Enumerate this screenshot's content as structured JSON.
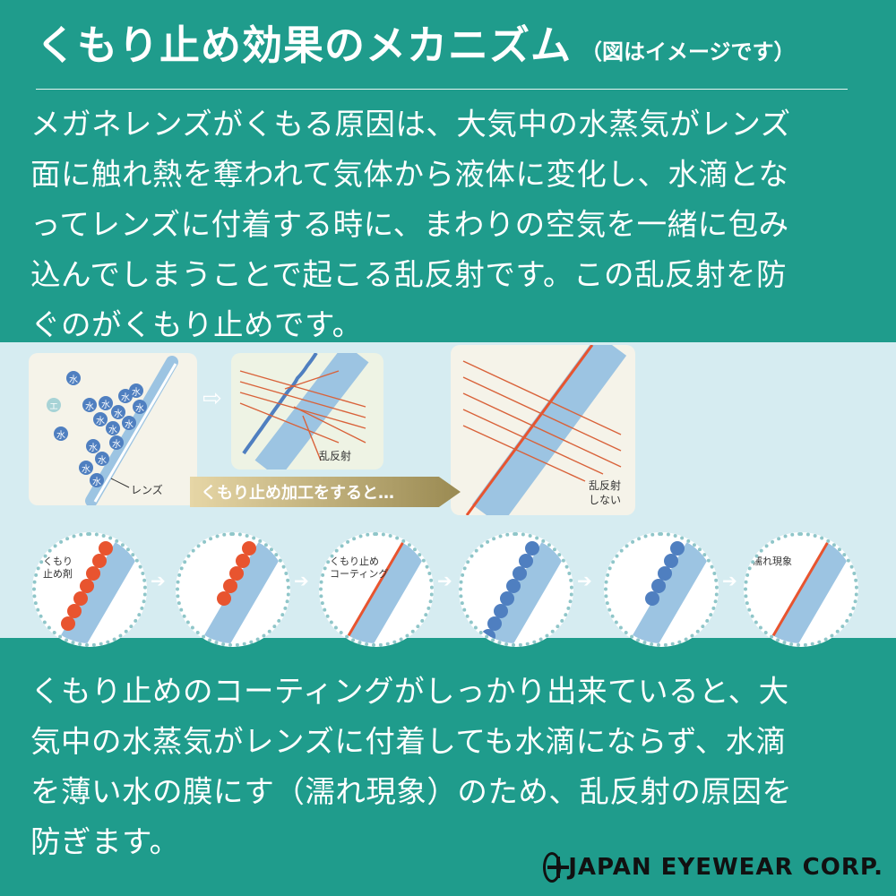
{
  "header": {
    "title": "くもり止め効果のメカニズム",
    "note": "（図はイメージです）"
  },
  "intro_lines": [
    "メガネレンズがくもる原因は、大気中の水蒸気がレンズ",
    "面に触れ熱を奪われて気体から液体に変化し、水滴とな",
    "ってレンズに付着する時に、まわりの空気を一緒に包み",
    "込んでしまうことで起こる乱反射です。この乱反射を防",
    "ぐのがくもり止めです。"
  ],
  "diagram": {
    "lens_label": "レンズ",
    "water_glyph": "水",
    "air_glyph": "エ",
    "scatter_label": "乱反射",
    "no_scatter_label": [
      "乱反射",
      "しない"
    ],
    "banner": "くもり止め加工をすると…",
    "steps": [
      {
        "label": [
          "くもり",
          "止め剤"
        ]
      },
      {
        "label": []
      },
      {
        "label": [
          "くもり止め",
          "コーティング"
        ]
      },
      {
        "label": []
      },
      {
        "label": []
      },
      {
        "label": [
          "濡れ現象"
        ]
      }
    ],
    "colors": {
      "lens": "#9cc4e2",
      "agent": "#e8542f",
      "water": "#4f7fc0"
    }
  },
  "outro_lines": [
    "くもり止めのコーティングがしっかり出来ていると、大",
    "気中の水蒸気がレンズに付着しても水滴にならず、水滴",
    "を薄い水の膜にす（濡れ現象）のため、乱反射の原因を",
    "防ぎます。"
  ],
  "footer": {
    "logo_text": "JAPAN EYEWEAR CORP."
  }
}
